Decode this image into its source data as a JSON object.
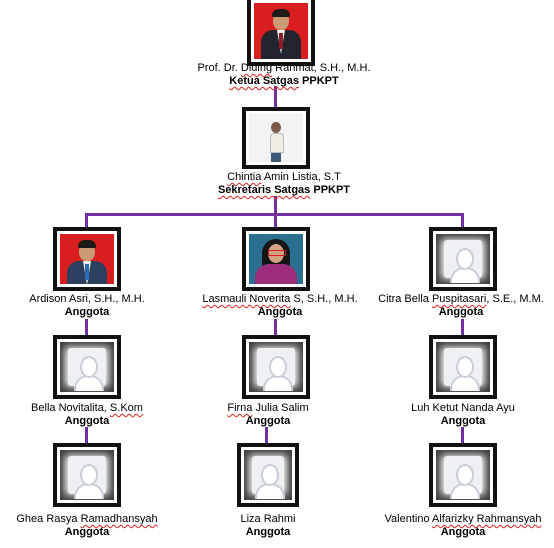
{
  "chart": {
    "top": {
      "name_prefix": "Prof. Dr. ",
      "name_squig": "Diding",
      "name_suffix": " Rahmat, S.H., M.H.",
      "role_squig": "Ketua Satgas",
      "role_suffix": " PPKPT",
      "photo": "portrait-red-background"
    },
    "secretary": {
      "name_squig": "Chintia",
      "name_suffix": " Amin Listia, S.T",
      "role_squig": "Sekretaris Satgas",
      "role_suffix": " PPKPT",
      "photo": "standing-person"
    },
    "columns": [
      {
        "members": [
          {
            "name_prefix": "",
            "name_squig": "",
            "name_suffix": "Ardison Asri, S.H., M.H.",
            "role": "Anggota",
            "photo": "portrait-red-background"
          },
          {
            "name_prefix": "Bella Novitalita, ",
            "name_squig": "S.Kom",
            "name_suffix": "",
            "role": "Anggota",
            "photo": "placeholder"
          },
          {
            "name_prefix": "Ghea Rasya ",
            "name_squig": "Ramadhansyah",
            "name_suffix": "",
            "role": "Anggota",
            "photo": "placeholder"
          }
        ]
      },
      {
        "members": [
          {
            "name_prefix": "",
            "name_squig": "Lasmauli Noverita",
            "name_suffix": " S, S.H., M.H.",
            "role": "Anggota",
            "photo": "portrait-woman"
          },
          {
            "name_prefix": "",
            "name_squig": "Firna",
            "name_suffix": " Julia Salim",
            "role": "Anggota",
            "photo": "placeholder"
          },
          {
            "name_prefix": "",
            "name_squig": "",
            "name_suffix": "Liza Rahmi",
            "role": "Anggota",
            "photo": "placeholder"
          }
        ]
      },
      {
        "members": [
          {
            "name_prefix": "Citra Bella ",
            "name_squig": "Puspitasari",
            "name_suffix": ", S.E., M.M.",
            "role": "Anggota",
            "photo": "placeholder"
          },
          {
            "name_prefix": "",
            "name_squig": "",
            "name_suffix": "Luh Ketut Nanda Ayu",
            "role": "Anggota",
            "photo": "placeholder"
          },
          {
            "name_prefix": "Valentino ",
            "name_squig": "Alfarizky Rahmansyah",
            "name_suffix": "",
            "role": "Anggota",
            "photo": "placeholder"
          }
        ]
      }
    ],
    "connector_color": "#7030a0",
    "spellcheck_color": "#e02020"
  }
}
